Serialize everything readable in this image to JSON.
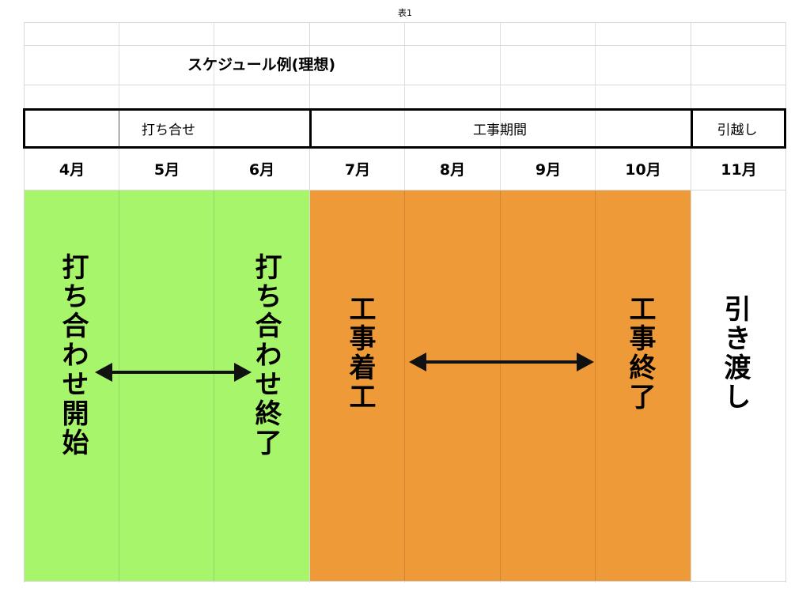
{
  "caption": "表1",
  "title": "スケジュール例(理想)",
  "phases": [
    {
      "label": "打ち合せ"
    },
    {
      "label": "工事期間"
    },
    {
      "label": "引越し"
    }
  ],
  "months": [
    "4月",
    "5月",
    "6月",
    "7月",
    "8月",
    "9月",
    "10月",
    "11月"
  ],
  "colors": {
    "meeting": "#a6f56a",
    "construction": "#ef9a38"
  },
  "milestones": {
    "meeting_start": "打ち合わせ開始",
    "meeting_end": "打ち合わせ終了",
    "construction_start": "工事着工",
    "construction_end": "工事終了",
    "handover": "引き渡し"
  }
}
